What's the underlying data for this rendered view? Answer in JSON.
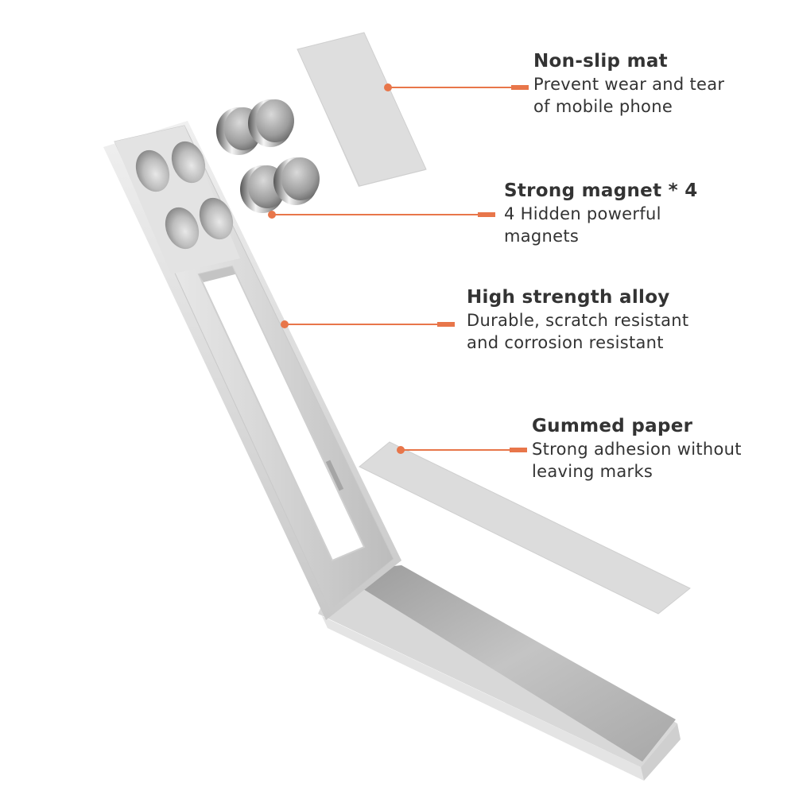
{
  "colors": {
    "accent": "#e8764a",
    "text": "#333333",
    "metal_light": "#e6e6e6",
    "metal_mid": "#bdbdbd",
    "metal_dark": "#8e8e8e"
  },
  "callouts": [
    {
      "id": "non-slip-mat",
      "title": "Non-slip mat",
      "line1": "Prevent wear and tear",
      "line2": "of mobile phone"
    },
    {
      "id": "strong-magnet",
      "title": "Strong magnet * 4",
      "line1": "4 Hidden powerful",
      "line2": "magnets"
    },
    {
      "id": "high-strength-alloy",
      "title": "High strength alloy",
      "line1": "Durable, scratch resistant",
      "line2": "and corrosion resistant"
    },
    {
      "id": "gummed-paper",
      "title": "Gummed paper",
      "line1": "Strong adhesion without",
      "line2": "leaving marks"
    }
  ]
}
